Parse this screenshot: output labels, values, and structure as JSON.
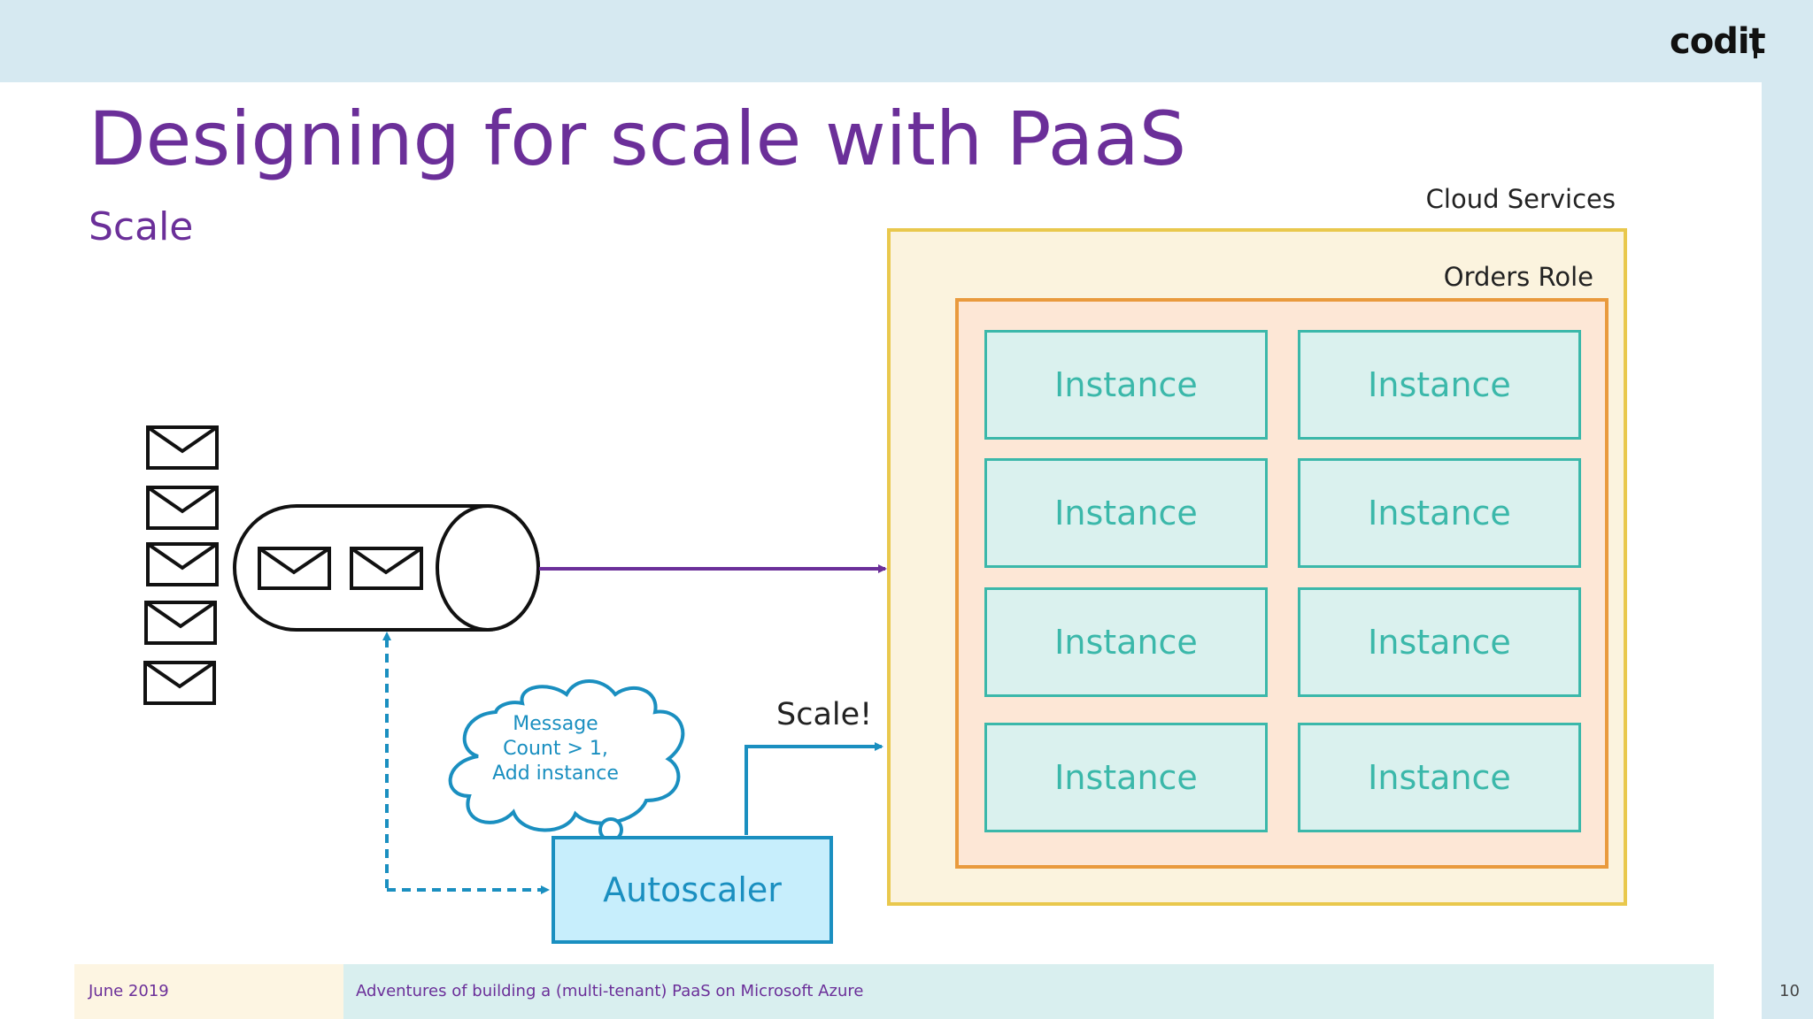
{
  "header": {
    "logo_text": "codit"
  },
  "slide": {
    "title": "Designing for scale with PaaS",
    "subtitle": "Scale"
  },
  "diagram": {
    "cloud_services_label": "Cloud Services",
    "orders_role_label": "Orders Role",
    "instances": [
      "Instance",
      "Instance",
      "Instance",
      "Instance",
      "Instance",
      "Instance",
      "Instance",
      "Instance"
    ],
    "thought_bubble": [
      "Message",
      "Count > 1,",
      "Add instance"
    ],
    "autoscaler_label": "Autoscaler",
    "scale_label": "Scale!",
    "queued_messages": 2,
    "incoming_messages": 5
  },
  "colors": {
    "title": "#6b2f99",
    "instance": "#3bb8aa",
    "autoscaler": "#1a8fc0",
    "cloud_border": "#e9c84d",
    "role_border": "#e99a3d",
    "queue_arrow": "#6b2f99"
  },
  "footer": {
    "date": "June 2019",
    "text": "Adventures of building a (multi-tenant) PaaS on Microsoft Azure",
    "page_number": "10"
  }
}
